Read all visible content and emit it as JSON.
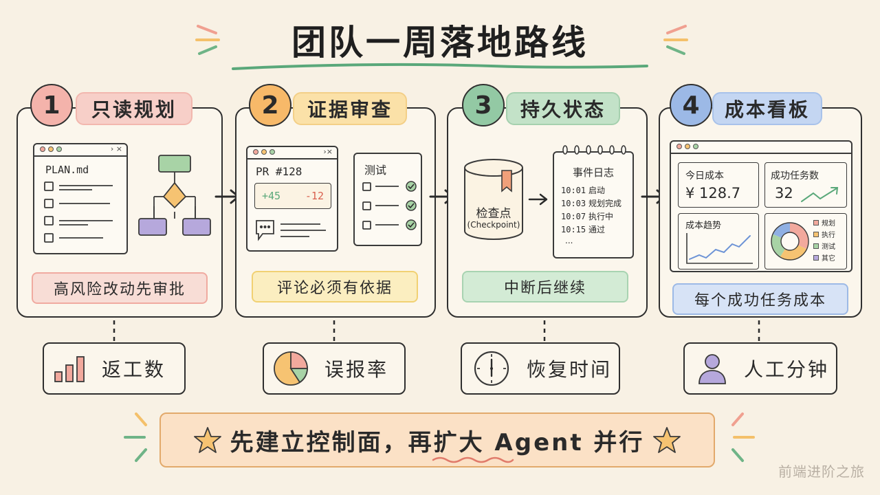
{
  "title": "团队一周落地路线",
  "stages": [
    {
      "num": "1",
      "label": "只读规划",
      "color": "#f4b3ab",
      "label_bg": "#f7cfc8",
      "file_name": "PLAN.md",
      "tag": "高风险改动先审批",
      "tag_border": "#f0aaa0",
      "tag_bg": "#f8ddd6",
      "metric": "返工数"
    },
    {
      "num": "2",
      "label": "证据审查",
      "color": "#f7b969",
      "label_bg": "#fbe1a8",
      "pr_title": "PR #128",
      "diff_add": "+45",
      "diff_del": "-12",
      "test_label": "测试",
      "tag": "评论必须有依据",
      "tag_border": "#f1d173",
      "tag_bg": "#fbeec0",
      "metric": "误报率"
    },
    {
      "num": "3",
      "label": "持久状态",
      "color": "#93c9a4",
      "label_bg": "#c3e2c8",
      "checkpoint_cn": "检查点",
      "checkpoint_en": "(Checkpoint)",
      "log_title": "事件日志",
      "log": [
        {
          "time": "10:01",
          "event": "启动"
        },
        {
          "time": "10:03",
          "event": "规划完成"
        },
        {
          "time": "10:07",
          "event": "执行中"
        },
        {
          "time": "10:15",
          "event": "通过"
        }
      ],
      "log_more": "...",
      "tag": "中断后继续",
      "tag_border": "#a8d3b1",
      "tag_bg": "#d3ebd5",
      "metric": "恢复时间"
    },
    {
      "num": "4",
      "label": "成本看板",
      "color": "#9cb9e6",
      "label_bg": "#c4d6f2",
      "today_cost_label": "今日成本",
      "today_cost_value": "¥ 128.7",
      "success_label": "成功任务数",
      "success_value": "32",
      "trend_label": "成本趋势",
      "legend": [
        {
          "name": "规划",
          "color": "#f2a99d"
        },
        {
          "name": "执行",
          "color": "#f6c372"
        },
        {
          "name": "测试",
          "color": "#a8d3a6"
        },
        {
          "name": "其它",
          "color": "#b6a8dc"
        }
      ],
      "tag": "每个成功任务成本",
      "tag_border": "#9cb9e6",
      "tag_bg": "#d7e3f6",
      "metric": "人工分钟"
    }
  ],
  "banner": "先建立控制面，再扩大 Agent 并行",
  "watermark": "前端进阶之旅"
}
